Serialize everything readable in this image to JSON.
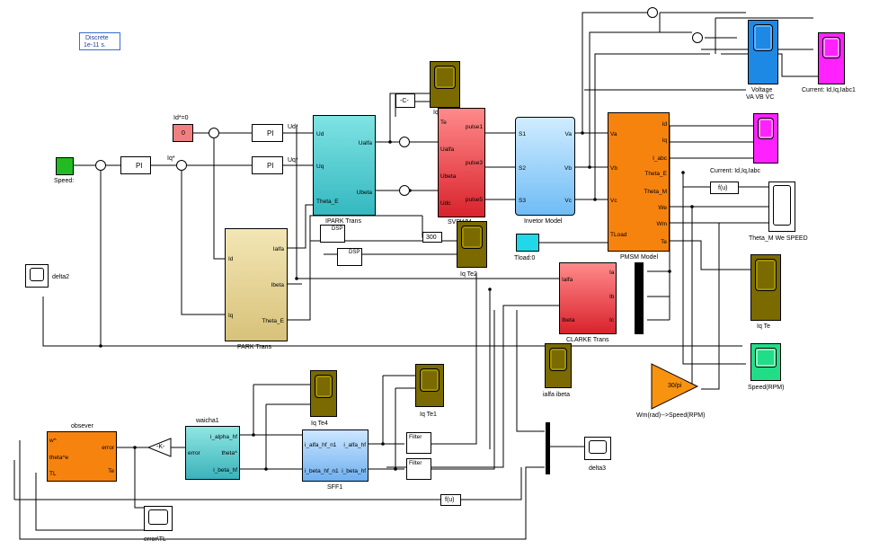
{
  "discrete": {
    "line1": "Discrete",
    "line2": "1e-11 s."
  },
  "blocks": {
    "speed": "Speed:",
    "pi": "PI",
    "id_ref_label": "Id*=0",
    "id_ref_value": "0",
    "ud_label": "Ud*",
    "uq_label": "Uq*",
    "iq_label": "Iq*",
    "ipark": {
      "name": "IPARK Trans",
      "in": [
        "Ud",
        "Uq",
        "Theta_E"
      ],
      "out": [
        "Ualfa",
        "Ubeta"
      ]
    },
    "gainC": "-C-",
    "te5": "Iq   Te5",
    "svpwm": {
      "name": "SVPWM",
      "in": [
        "Te",
        "Ualfa",
        "Ubeta",
        "Udc"
      ],
      "out": [
        "pulse1",
        "pulse3",
        "pulse5"
      ]
    },
    "inverter": {
      "name": "Invetor Model",
      "in": [
        "S1",
        "S2",
        "S3"
      ],
      "out": [
        "Va",
        "Vb",
        "Vc"
      ]
    },
    "pmsm": {
      "name": "PMSM Model",
      "in": [
        "Va",
        "Vb",
        "Vc",
        "TLoad"
      ],
      "out": [
        "Id",
        "Iq",
        "I_abc",
        "Theta_E",
        "Theta_M",
        "We",
        "Wm",
        "Te"
      ]
    },
    "voltage": {
      "line1": "Voltage",
      "line2": "VA VB VC"
    },
    "current1": "Current: Id,Iq,Iabc1",
    "current2": "Current: Id,Iq,Iabc",
    "fu": "f(u)",
    "theta_scope": "Theta_M   We   SPEED",
    "c300": "300",
    "te2": "Iq   Te2",
    "tload": "Tload:0",
    "park": {
      "name": "PARK Trans",
      "in": [
        "Id",
        "Iq"
      ],
      "out": [
        "Ialfa",
        "Ibeta",
        "Theta_E"
      ]
    },
    "clarke": {
      "name": "CLARKE Trans",
      "in": [
        "Ialfa",
        "Ibeta"
      ],
      "out": [
        "Ia",
        "Ib",
        "Ic"
      ]
    },
    "delta2": "delta2",
    "iq_te": "Iq   Te",
    "speed_rpm": "Speed(RPM)",
    "gain30": "30/pi",
    "wm_conv": "Wm(rad)-->Speed(RPM)",
    "ialfa_ibeta": "ialfa   ibeta",
    "observer": {
      "name": "obsever",
      "in": [
        "w^",
        "theta^e",
        "TL"
      ],
      "out": [
        "error",
        "Te"
      ]
    },
    "waicha": {
      "name": "waicha1",
      "in": [
        "error"
      ],
      "out": [
        "i_alpha_hf",
        "theta^",
        "i_beta_hf"
      ]
    },
    "gainK": "-K-",
    "te4": "Iq   Te4",
    "te1": "Iq   Te1",
    "sff": {
      "name": "SFF1",
      "ports": [
        "i_alfa_hf_n1",
        "i_alfa_hf",
        "i_beta_hf_n1",
        "i_beta_hf"
      ]
    },
    "filter": "Filter",
    "delta3": "delta3",
    "errortl": "error\\TL",
    "dsp": "DSP"
  },
  "colors": {
    "step": "#22bb22",
    "const": "#f08080",
    "scope_olive": "#7a6a00",
    "magenta": "#ff22ff",
    "blue": "#1e88e5",
    "green": "#22dd88",
    "cyan": "#20d8e8",
    "orange": "#f7830f"
  }
}
